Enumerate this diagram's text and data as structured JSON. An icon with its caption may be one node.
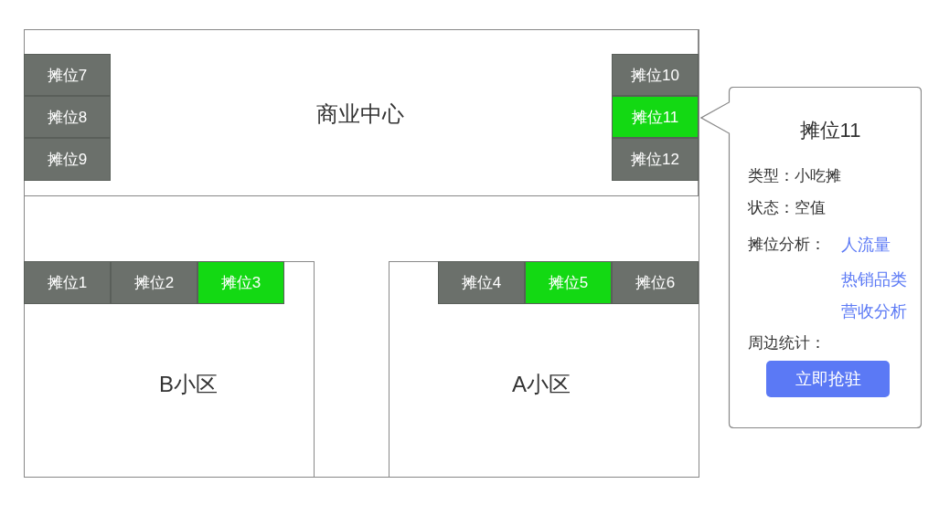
{
  "diagram": {
    "nodes": [
      {
        "text": [
          "商业中心"
        ]
      },
      {
        "text": [
          "摊位7"
        ],
        "in": 0
      },
      {
        "text": [
          "摊位8"
        ],
        "in": 0
      },
      {
        "text": [
          "摊位9"
        ],
        "in": 0
      },
      {
        "text": [
          "摊位10"
        ],
        "in": 0
      },
      {
        "text": [
          "摊位11"
        ],
        "in": 0
      },
      {
        "text": [
          "摊位12"
        ],
        "in": 0
      },
      {
        "text": [
          "摊位11",
          "类型：小吃摊",
          "状态：空值",
          "摊位分析：",
          "人流量",
          "热销品类",
          "营收分析",
          "周边统计："
        ]
      },
      {
        "text": [
          "立即抢驻"
        ],
        "in": 7
      },
      {
        "text": [
          "B小区"
        ]
      },
      {
        "text": [
          "摊位1"
        ],
        "in": 9
      },
      {
        "text": [
          "摊位2"
        ],
        "in": 9
      },
      {
        "text": [
          "摊位3"
        ],
        "in": 9
      },
      {
        "text": [
          "A小区"
        ]
      },
      {
        "text": [
          "摊位4"
        ],
        "in": 13
      },
      {
        "text": [
          "摊位5"
        ],
        "in": 13
      },
      {
        "text": [
          "摊位6"
        ],
        "in": 13
      }
    ]
  }
}
